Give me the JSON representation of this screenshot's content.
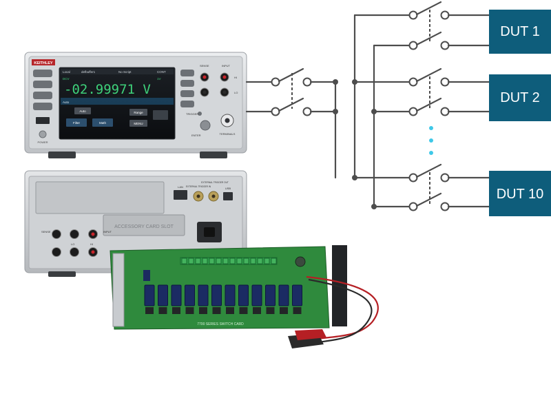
{
  "instrument": {
    "brand": "KEITHLEY",
    "reading": "-02.99971 V",
    "status_bar": {
      "left": "Local",
      "buffer": "defbuffer1",
      "mode": "No Script",
      "right": "CONT"
    },
    "screen_labels": {
      "function": "DCV",
      "range": "Auto",
      "filter": "Filter",
      "math": "Math",
      "range_value": "1V",
      "menu": "MENU"
    },
    "buttons": {
      "auto": "Auto",
      "range": "Range"
    },
    "front_panel": {
      "sense": "SENSE",
      "input": "INPUT",
      "lo": "LO",
      "hi": "HI",
      "trigger": "TRIGGER",
      "enter": "ENTER",
      "terminals": "TERMINALS",
      "power": "POWER"
    }
  },
  "rear_panel": {
    "plate_text": "ACCESSORY CARD SLOT",
    "labels": {
      "lan": "LAN",
      "ext_trig_in": "EXTERNAL TRIGGER IN",
      "ext_trig_out": "EXTERNAL TRIGGER OUT",
      "usb": "USB",
      "lo": "LO",
      "hi": "HI",
      "input": "INPUT",
      "sense": "SENSE"
    }
  },
  "card": {
    "label": "7700 SERIES SWITCH CARD"
  },
  "duts": [
    {
      "label": "DUT 1"
    },
    {
      "label": "DUT 2"
    },
    {
      "label": "DUT 10"
    }
  ],
  "colors": {
    "dut_fill": "#0e5d7b",
    "wire": "#4d4d4d",
    "screen_text": "#3ed17a",
    "ellipsis_dot": "#3fc8e8",
    "pcb": "#2f8a3d",
    "chassis": "#d9dbde"
  }
}
